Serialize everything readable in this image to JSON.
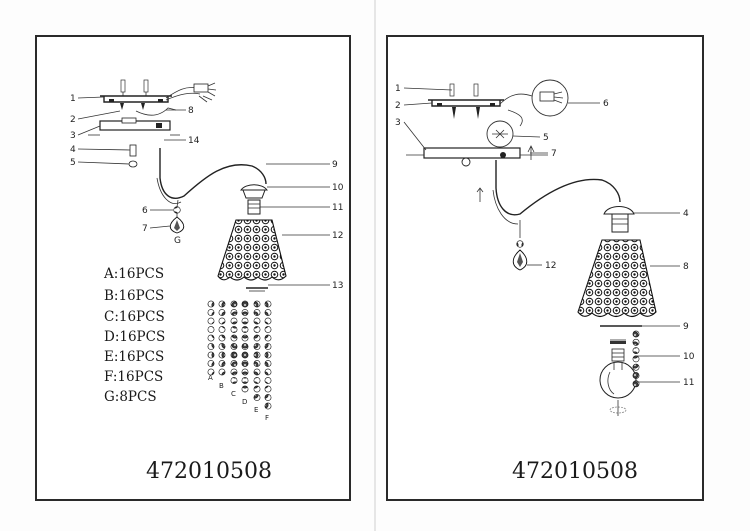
{
  "left_panel": {
    "callouts": [
      "1",
      "2",
      "3",
      "4",
      "5",
      "6",
      "7",
      "8",
      "9",
      "10",
      "11",
      "12",
      "13",
      "14"
    ],
    "bead_labels": [
      "G"
    ],
    "strand_labels": [
      "A",
      "B",
      "C",
      "D",
      "E",
      "F"
    ],
    "parts_list": [
      "A:16PCS",
      "B:16PCS",
      "C:16PCS",
      "D:16PCS",
      "E:16PCS",
      "F:16PCS",
      "G:8PCS"
    ],
    "model_number": "472010508"
  },
  "right_panel": {
    "callouts": [
      "1",
      "2",
      "3",
      "6",
      "5",
      "7",
      "4",
      "8",
      "12",
      "9",
      "10",
      "11"
    ],
    "model_number": "472010508"
  }
}
